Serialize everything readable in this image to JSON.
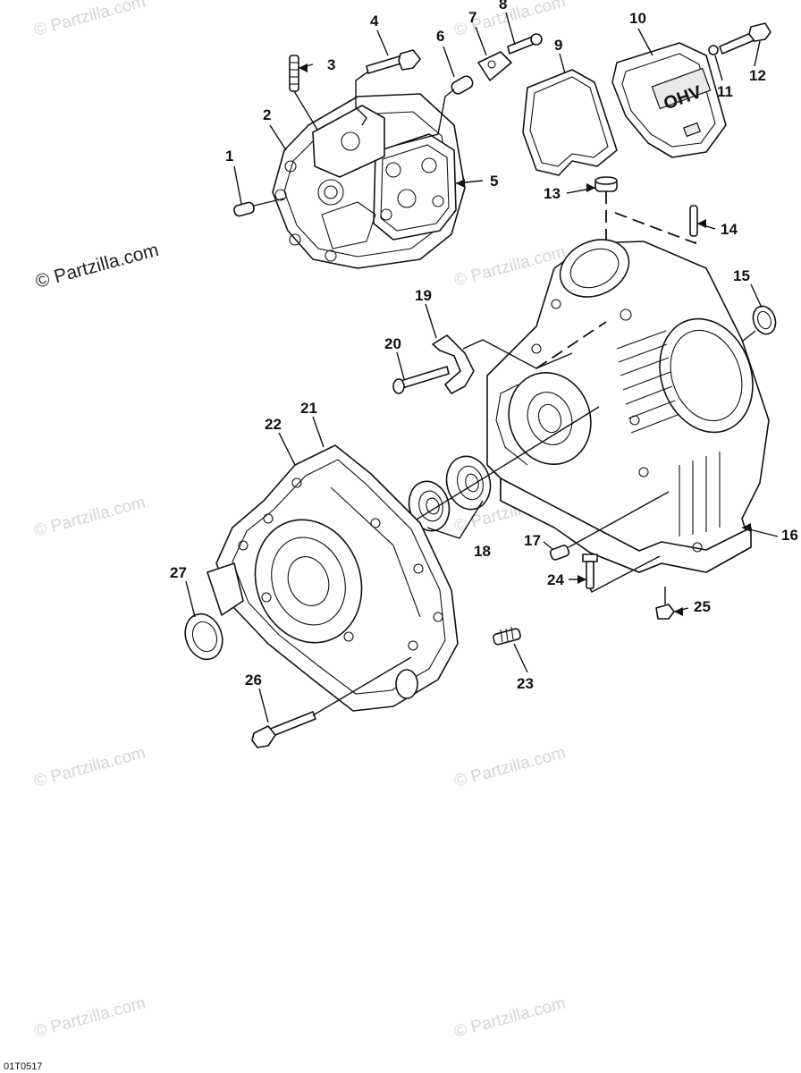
{
  "diagram": {
    "callouts": [
      {
        "id": "1",
        "label": "1"
      },
      {
        "id": "2",
        "label": "2"
      },
      {
        "id": "3",
        "label": "3"
      },
      {
        "id": "4",
        "label": "4"
      },
      {
        "id": "5",
        "label": "5"
      },
      {
        "id": "6",
        "label": "6"
      },
      {
        "id": "7",
        "label": "7"
      },
      {
        "id": "8",
        "label": "8"
      },
      {
        "id": "9",
        "label": "9"
      },
      {
        "id": "10",
        "label": "10"
      },
      {
        "id": "11",
        "label": "11"
      },
      {
        "id": "12",
        "label": "12"
      },
      {
        "id": "13",
        "label": "13"
      },
      {
        "id": "14",
        "label": "14"
      },
      {
        "id": "15",
        "label": "15"
      },
      {
        "id": "16",
        "label": "16"
      },
      {
        "id": "17",
        "label": "17"
      },
      {
        "id": "18",
        "label": "18"
      },
      {
        "id": "19",
        "label": "19"
      },
      {
        "id": "20",
        "label": "20"
      },
      {
        "id": "21",
        "label": "21"
      },
      {
        "id": "22",
        "label": "22"
      },
      {
        "id": "23",
        "label": "23"
      },
      {
        "id": "24",
        "label": "24"
      },
      {
        "id": "25",
        "label": "25"
      },
      {
        "id": "26",
        "label": "26"
      },
      {
        "id": "27",
        "label": "27"
      }
    ],
    "cover_text": "OHV",
    "watermark": "© Partzilla.com",
    "watermark_main": "© Partzilla.com",
    "figure_code": "01T0517"
  }
}
